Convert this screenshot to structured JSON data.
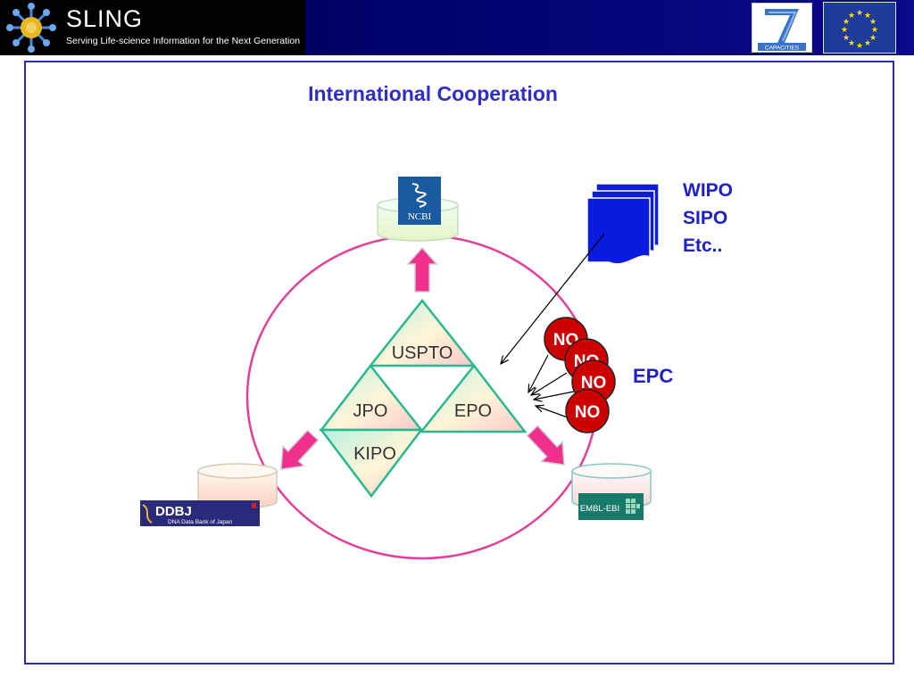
{
  "header": {
    "brand": "SLING",
    "tagline": "Serving Life-science Information for the Next Generation",
    "capacities_label": "CAPACITIES"
  },
  "slide": {
    "title": "International Cooperation"
  },
  "diagram": {
    "databases": {
      "ncbi": "NCBI",
      "ddbj": "DDBJ",
      "ddbj_sub": "DNA Data Bank of Japan",
      "embl": "EMBL-EBI"
    },
    "offices": {
      "uspto": "USPTO",
      "jpo": "JPO",
      "epo": "EPO",
      "kipo": "KIPO"
    },
    "others": [
      "WIPO",
      "SIPO",
      "Etc.."
    ],
    "no_badges": [
      "NO",
      "NO",
      "NO",
      "NO"
    ],
    "epc_label": "EPC"
  },
  "colors": {
    "header_bg": "#00006a",
    "accent_blue": "#2e2ec8",
    "circle_pink": "#e0409a",
    "triangle_green": "#2ab890",
    "no_red": "#cc0000"
  }
}
